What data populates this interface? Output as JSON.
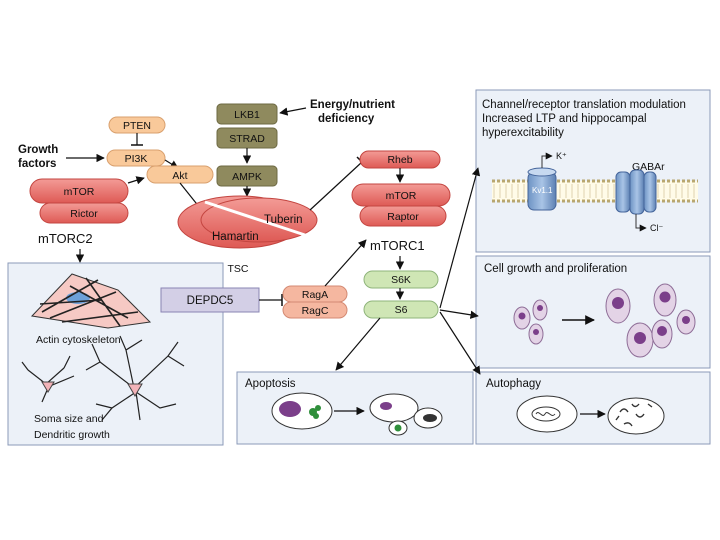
{
  "upstream": {
    "pten": "PTEN",
    "pi3k": "PI3K",
    "akt": "Akt",
    "growth_factors": [
      "Growth",
      "factors"
    ],
    "lkb1": "LKB1",
    "strad": "STRAD",
    "ampk": "AMPK",
    "energy": [
      "Energy/nutrient",
      "deficiency"
    ]
  },
  "tsc": {
    "tuberin": "Tuberin",
    "hamartin": "Hamartin",
    "label": "TSC"
  },
  "mtorc2": {
    "mtor": "mTOR",
    "rictor": "Rictor",
    "label": "mTORC2",
    "actin_label": "Actin cytoskeleton",
    "soma_label": [
      "Soma size and",
      "Dendritic growth"
    ]
  },
  "mtorc1": {
    "rheb": "Rheb",
    "mtor": "mTOR",
    "raptor": "Raptor",
    "label": "mTORC1",
    "s6k": "S6K",
    "s6": "S6"
  },
  "rag": {
    "depdc5": "DEPDC5",
    "raga": "RagA",
    "ragc": "RagC"
  },
  "outcomes": {
    "channel_lines": [
      "Channel/receptor translation modulation",
      "Increased LTP and hippocampal",
      "hyperexcitability"
    ],
    "k_ion": "K⁺",
    "kv": "Kv1.1",
    "gabar": "GABAr",
    "cl_ion": "Cl⁻",
    "growth": "Cell growth and proliferation",
    "apoptosis": "Apoptosis",
    "autophagy": "Autophagy"
  },
  "colors": {
    "mtor_red": "#e8746f",
    "orange": "#f9c99a",
    "olive": "#8f8a5e",
    "green": "#cfe6b5",
    "panel_bg": "#ecf1f8",
    "panel_border": "#8b9ab8",
    "depdc5_fill": "#d3cfe6"
  }
}
